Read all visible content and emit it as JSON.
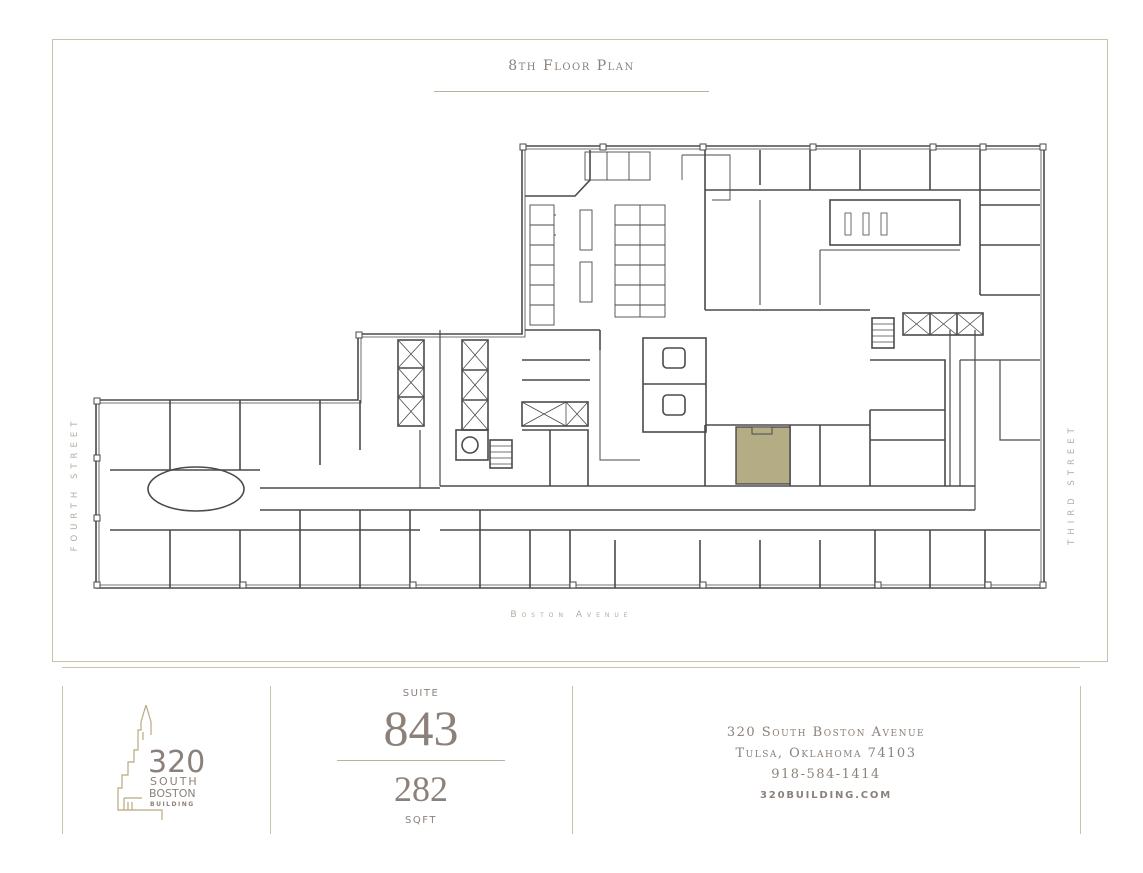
{
  "header": {
    "title": "8th Floor Plan"
  },
  "streets": {
    "left": "Fourth Street",
    "right": "Third Street",
    "bottom": "Boston Avenue"
  },
  "highlight": {
    "suite": "843",
    "color": "#b3ac85"
  },
  "footer": {
    "logo": {
      "number": "320",
      "line1": "SOUTH",
      "line2": "BOSTON",
      "line3": "BUILDING"
    },
    "suite_label": "SUITE",
    "suite_number": "843",
    "sqft_value": "282",
    "sqft_label": "SQFT",
    "address_line1": "320 South Boston Avenue",
    "address_line2": "Tulsa, Oklahoma 74103",
    "phone": "918-584-1414",
    "website": "320BUILDING.COM"
  },
  "colors": {
    "frame": "#c9c3ad",
    "text": "#8c817a",
    "walls": "#4a4a4a",
    "highlight": "#b3ac85"
  }
}
